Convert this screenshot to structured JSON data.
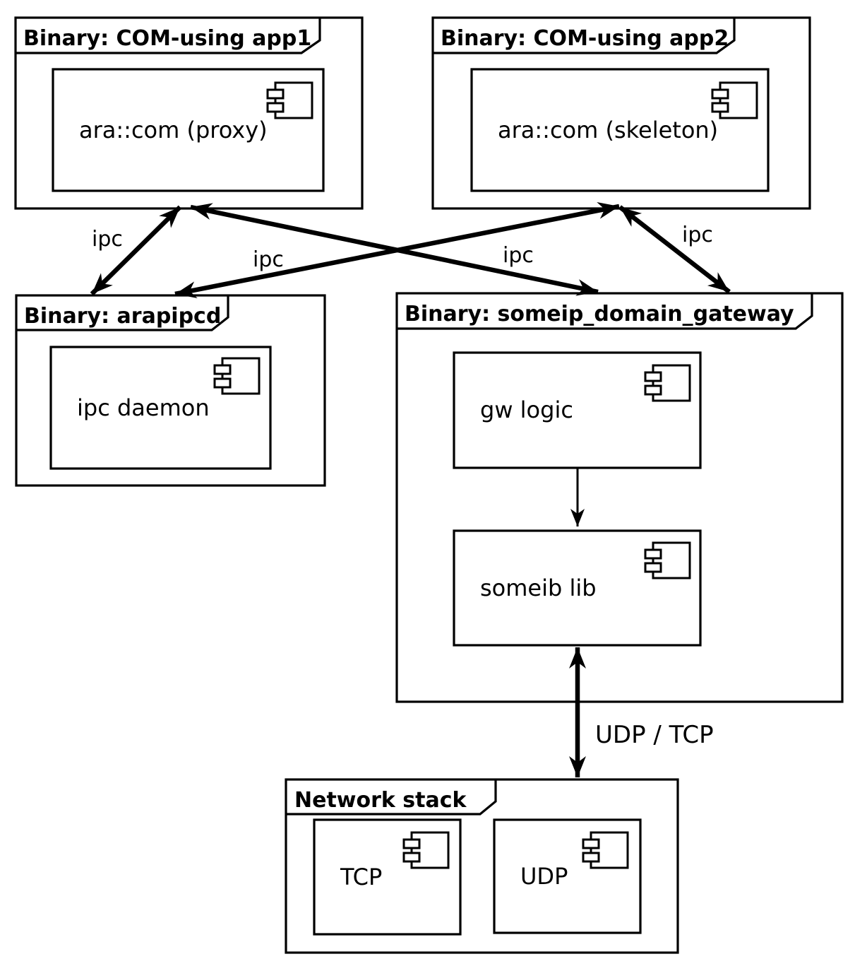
{
  "diagram": {
    "kind": "uml-component-diagram",
    "colors": {
      "line": "#000000",
      "background": "#ffffff",
      "shape_fill": "#ffffff"
    },
    "packages": [
      {
        "title": "Binary: COM-using app1",
        "components": [
          {
            "label": "ara::com (proxy)"
          }
        ]
      },
      {
        "title": "Binary: COM-using app2",
        "components": [
          {
            "label": "ara::com (skeleton)"
          }
        ]
      },
      {
        "title": "Binary: arapipcd",
        "components": [
          {
            "label": "ipc daemon"
          }
        ]
      },
      {
        "title": "Binary: someip_domain_gateway",
        "components": [
          {
            "label": "gw logic"
          },
          {
            "label": "someib lib"
          }
        ]
      },
      {
        "title": "Network stack",
        "components": [
          {
            "label": "TCP"
          },
          {
            "label": "UDP"
          }
        ]
      }
    ],
    "edges": [
      {
        "from": "Binary: COM-using app1",
        "to": "Binary: arapipcd",
        "label": "ipc",
        "line": "bold",
        "heads": "both"
      },
      {
        "from": "Binary: COM-using app1",
        "to": "Binary: someip_domain_gateway",
        "label": "ipc",
        "line": "bold",
        "heads": "both"
      },
      {
        "from": "Binary: COM-using app2",
        "to": "Binary: arapipcd",
        "label": "ipc",
        "line": "bold",
        "heads": "both"
      },
      {
        "from": "Binary: COM-using app2",
        "to": "Binary: someip_domain_gateway",
        "label": "ipc",
        "line": "bold",
        "heads": "both"
      },
      {
        "from": "gw logic",
        "to": "someib lib",
        "label": "",
        "line": "thin",
        "heads": "end"
      },
      {
        "from": "someib lib",
        "to": "Network stack",
        "label": "UDP / TCP",
        "line": "bold",
        "heads": "both"
      }
    ]
  }
}
